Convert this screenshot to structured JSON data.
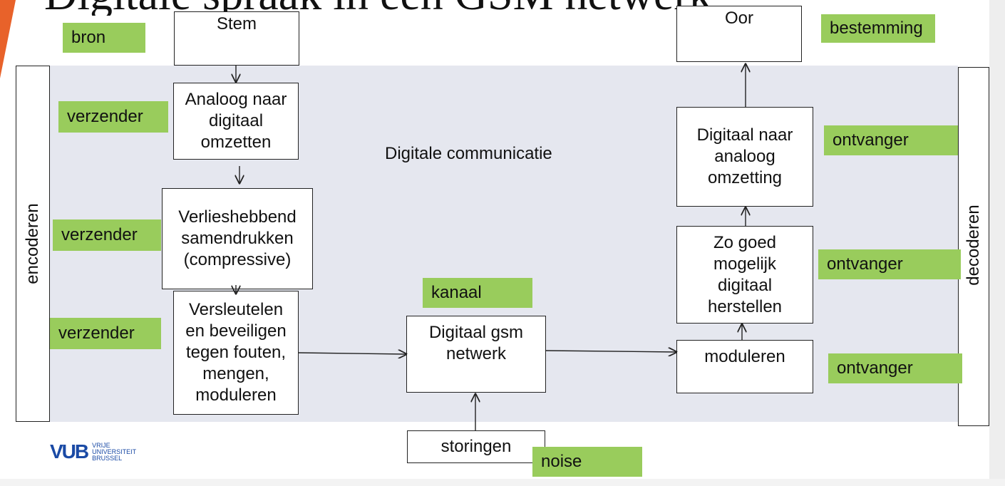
{
  "title": "Digitale spraak in een GSM netwerk",
  "center_label": "Digitale communicatie",
  "side_left": "encoderen",
  "side_right": "decoderen",
  "boxes": {
    "stem": "Stem",
    "oor": "Oor",
    "adc": "Analoog naar digitaal omzetten",
    "compress": "Verlieshebbend samendrukken (compressive)",
    "encrypt": "Versleutelen en beveiligen tegen fouten, mengen, moduleren",
    "network": "Digitaal gsm netwerk",
    "storingen": "storingen",
    "dac": "Digitaal naar analoog omzetting",
    "restore": "Zo goed mogelijk digitaal herstellen",
    "modulate": "moduleren"
  },
  "tags": {
    "bron": "bron",
    "bestemming": "bestemming",
    "verzender_1": "verzender",
    "verzender_2": "verzender",
    "verzender_3": "verzender",
    "kanaal": "kanaal",
    "noise": "noise",
    "ontvanger_1": "ontvanger",
    "ontvanger_2": "ontvanger",
    "ontvanger_3": "ontvanger"
  },
  "logo": {
    "mark": "VUB",
    "line1": "VRIJE",
    "line2": "UNIVERSITEIT",
    "line3": "BRUSSEL"
  },
  "colors": {
    "tag_green": "#99cc5c",
    "panel_gray": "#e5e7ef",
    "accent_orange": "#e8622a",
    "logo_blue": "#1a4aa5"
  }
}
